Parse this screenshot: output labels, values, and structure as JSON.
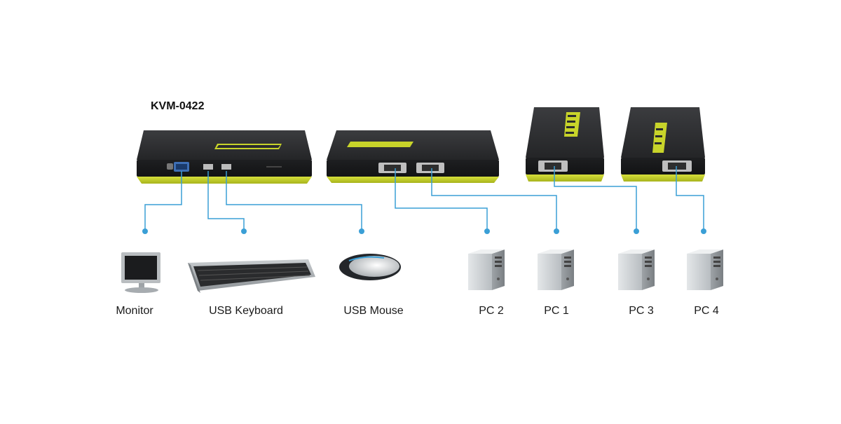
{
  "title": "KVM-0422",
  "devices": [
    {
      "id": "monitor",
      "label": "Monitor"
    },
    {
      "id": "keyboard",
      "label": "USB Keyboard"
    },
    {
      "id": "mouse",
      "label": "USB Mouse"
    },
    {
      "id": "pc2",
      "label": "PC 2"
    },
    {
      "id": "pc1",
      "label": "PC 1"
    },
    {
      "id": "pc3",
      "label": "PC 3"
    },
    {
      "id": "pc4",
      "label": "PC 4"
    }
  ],
  "colors": {
    "connector_line": "#3a9fd6",
    "accent": "#c8d42a",
    "body": "#2a2b2d",
    "pc_body": "#cfd3d6"
  }
}
